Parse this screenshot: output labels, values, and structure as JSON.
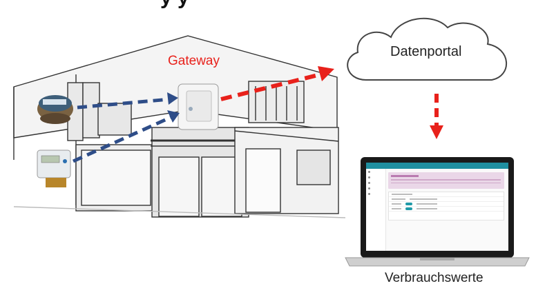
{
  "labels": {
    "top_fragment": "y            y",
    "gateway": "Gateway",
    "portal": "Datenportal",
    "values": "Verbrauchswerte"
  },
  "colors": {
    "gateway_text": "#e8211b",
    "wireless_link": "#2e4d88",
    "upload_link": "#e8211b",
    "cloud_outline": "#444444",
    "app_bar": "#1f8fa0"
  },
  "icons": {
    "water_meter": "water-meter-icon",
    "heat_meter": "heat-meter-icon",
    "gateway_device": "gateway-device-icon",
    "cloud": "cloud-icon",
    "laptop": "laptop-icon"
  }
}
